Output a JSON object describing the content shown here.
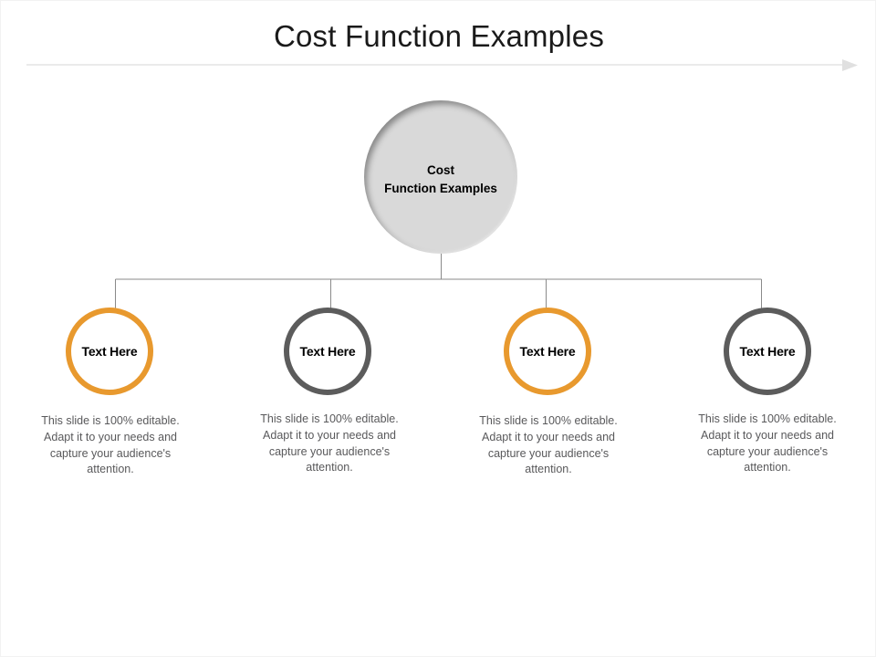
{
  "slide": {
    "title": "Cost Function Examples",
    "divider_icon": "arrow-right-icon",
    "divider_color": "#e3e3e3"
  },
  "hub": {
    "line1": "Cost",
    "line2": "Function Examples",
    "fill_color": "#d9d9d9"
  },
  "colors": {
    "orange": "#e8992e",
    "gray": "#5c5c5c",
    "body_text": "#59595b",
    "title_text": "#1a1a1a"
  },
  "nodes": [
    {
      "label": "Text Here",
      "color": "#e8992e",
      "body": "This slide is 100% editable. Adapt it to your needs and capture your audience's attention."
    },
    {
      "label": "Text Here",
      "color": "#5c5c5c",
      "body": "This slide is 100% editable. Adapt it to your needs and capture your audience's attention."
    },
    {
      "label": "Text Here",
      "color": "#e8992e",
      "body": "This slide is 100% editable. Adapt it to your needs and capture your audience's attention."
    },
    {
      "label": "Text Here",
      "color": "#5c5c5c",
      "body": "This slide is 100% editable. Adapt it to your needs and capture your audience's attention."
    }
  ]
}
